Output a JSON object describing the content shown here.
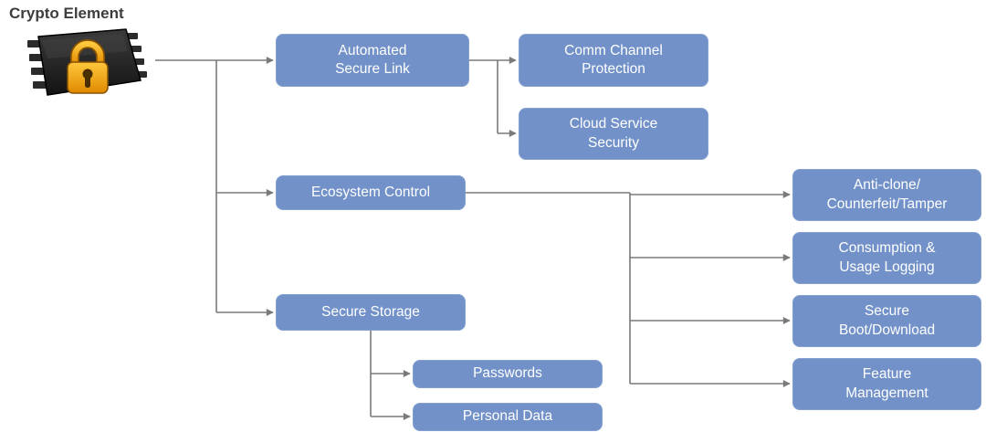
{
  "title": "Crypto Element",
  "colors": {
    "node_fill": "#7191c8",
    "node_text": "#ffffff",
    "connector": "#7a7a7a",
    "lock_gold": "#f0a11d",
    "chip_body": "#1c1c1c"
  },
  "icons": {
    "chip": "crypto-chip-lock-icon"
  },
  "nodes": {
    "automated_secure_link": "Automated\nSecure Link",
    "comm_channel_protection": "Comm Channel\nProtection",
    "cloud_service_security": "Cloud Service\nSecurity",
    "ecosystem_control": "Ecosystem Control",
    "anti_clone": "Anti-clone/\nCounterfeit/Tamper",
    "consumption_logging": "Consumption &\nUsage Logging",
    "secure_boot": "Secure\nBoot/Download",
    "feature_management": "Feature\nManagement",
    "secure_storage": "Secure Storage",
    "passwords": "Passwords",
    "personal_data": "Personal Data"
  }
}
